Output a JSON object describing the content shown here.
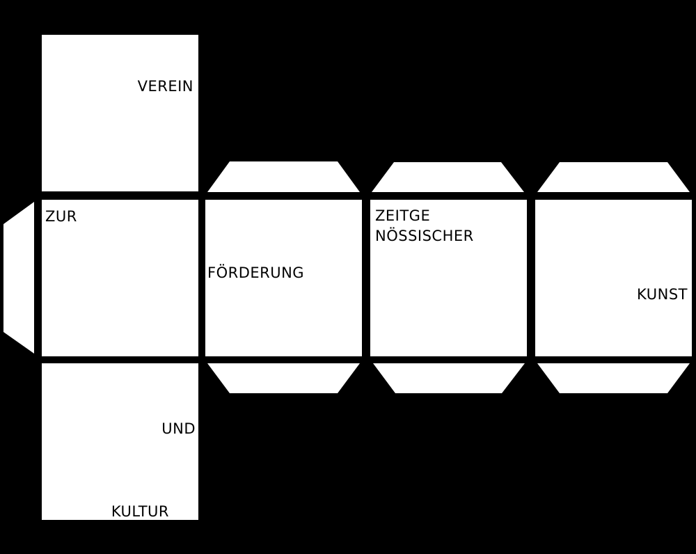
{
  "colors": {
    "background": "#000000",
    "panel": "#ffffff",
    "text": "#000000"
  },
  "labels": {
    "verein": "VEREIN",
    "zur": "ZUR",
    "foerderung": "FÖRDERUNG",
    "zeitge": "ZEITGE",
    "noessischer": "NÖSSISCHER",
    "kunst": "KUNST",
    "und": "UND",
    "kultur": "KULTUR"
  }
}
